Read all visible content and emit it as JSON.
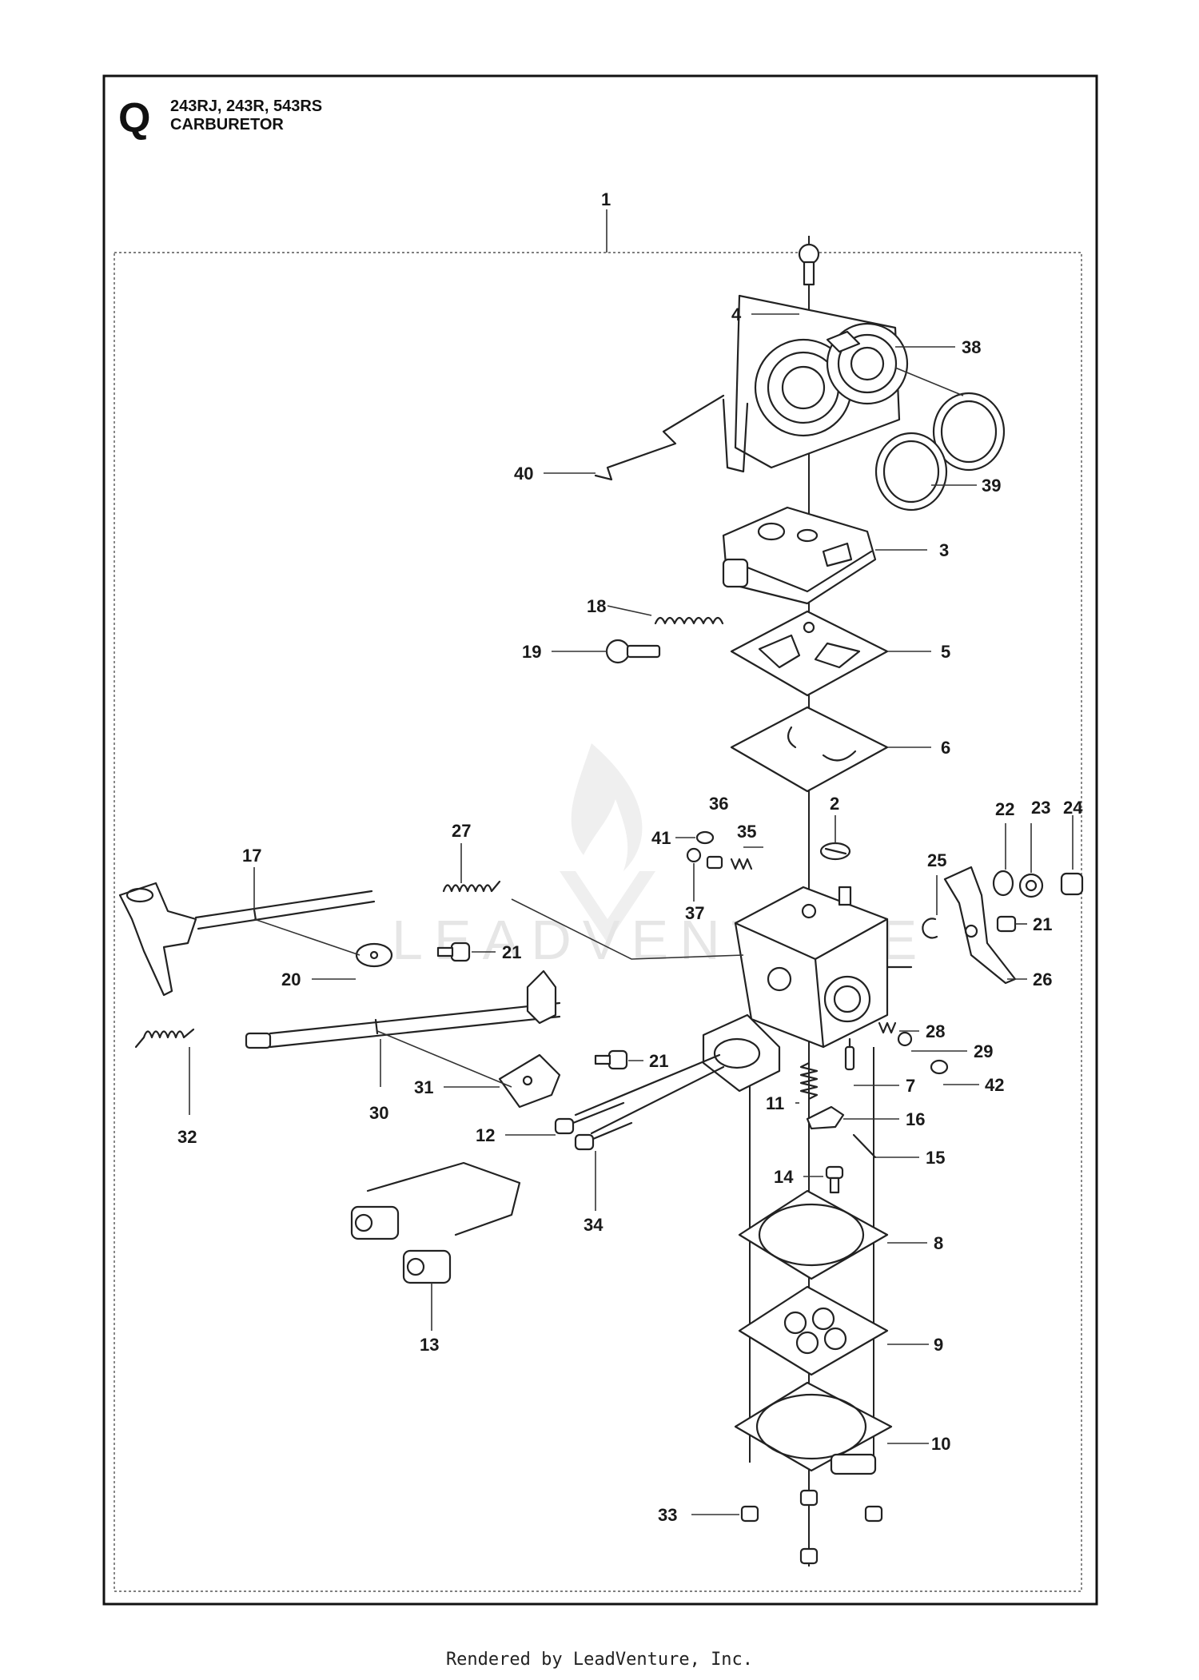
{
  "header": {
    "section_letter": "Q",
    "models": "243RJ, 243R, 543RS",
    "assembly": "CARBURETOR"
  },
  "watermark": "LEADVENTURE",
  "footer": "Rendered by LeadVenture, Inc.",
  "callouts": {
    "c1": "1",
    "c2": "2",
    "c3": "3",
    "c4": "4",
    "c5": "5",
    "c6": "6",
    "c7": "7",
    "c8": "8",
    "c9": "9",
    "c10": "10",
    "c11": "11",
    "c12": "12",
    "c13": "13",
    "c14": "14",
    "c15": "15",
    "c16": "16",
    "c17": "17",
    "c18": "18",
    "c19": "19",
    "c20": "20",
    "c21a": "21",
    "c21b": "21",
    "c21c": "21",
    "c22": "22",
    "c23": "23",
    "c24": "24",
    "c25": "25",
    "c26": "26",
    "c27": "27",
    "c28": "28",
    "c29": "29",
    "c30": "30",
    "c31": "31",
    "c32": "32",
    "c33": "33",
    "c34": "34",
    "c35": "35",
    "c36": "36",
    "c37": "37",
    "c38": "38",
    "c39": "39",
    "c40": "40",
    "c41": "41",
    "c42": "42"
  },
  "icons": {
    "watermark_logo": "flame-v-logo"
  }
}
